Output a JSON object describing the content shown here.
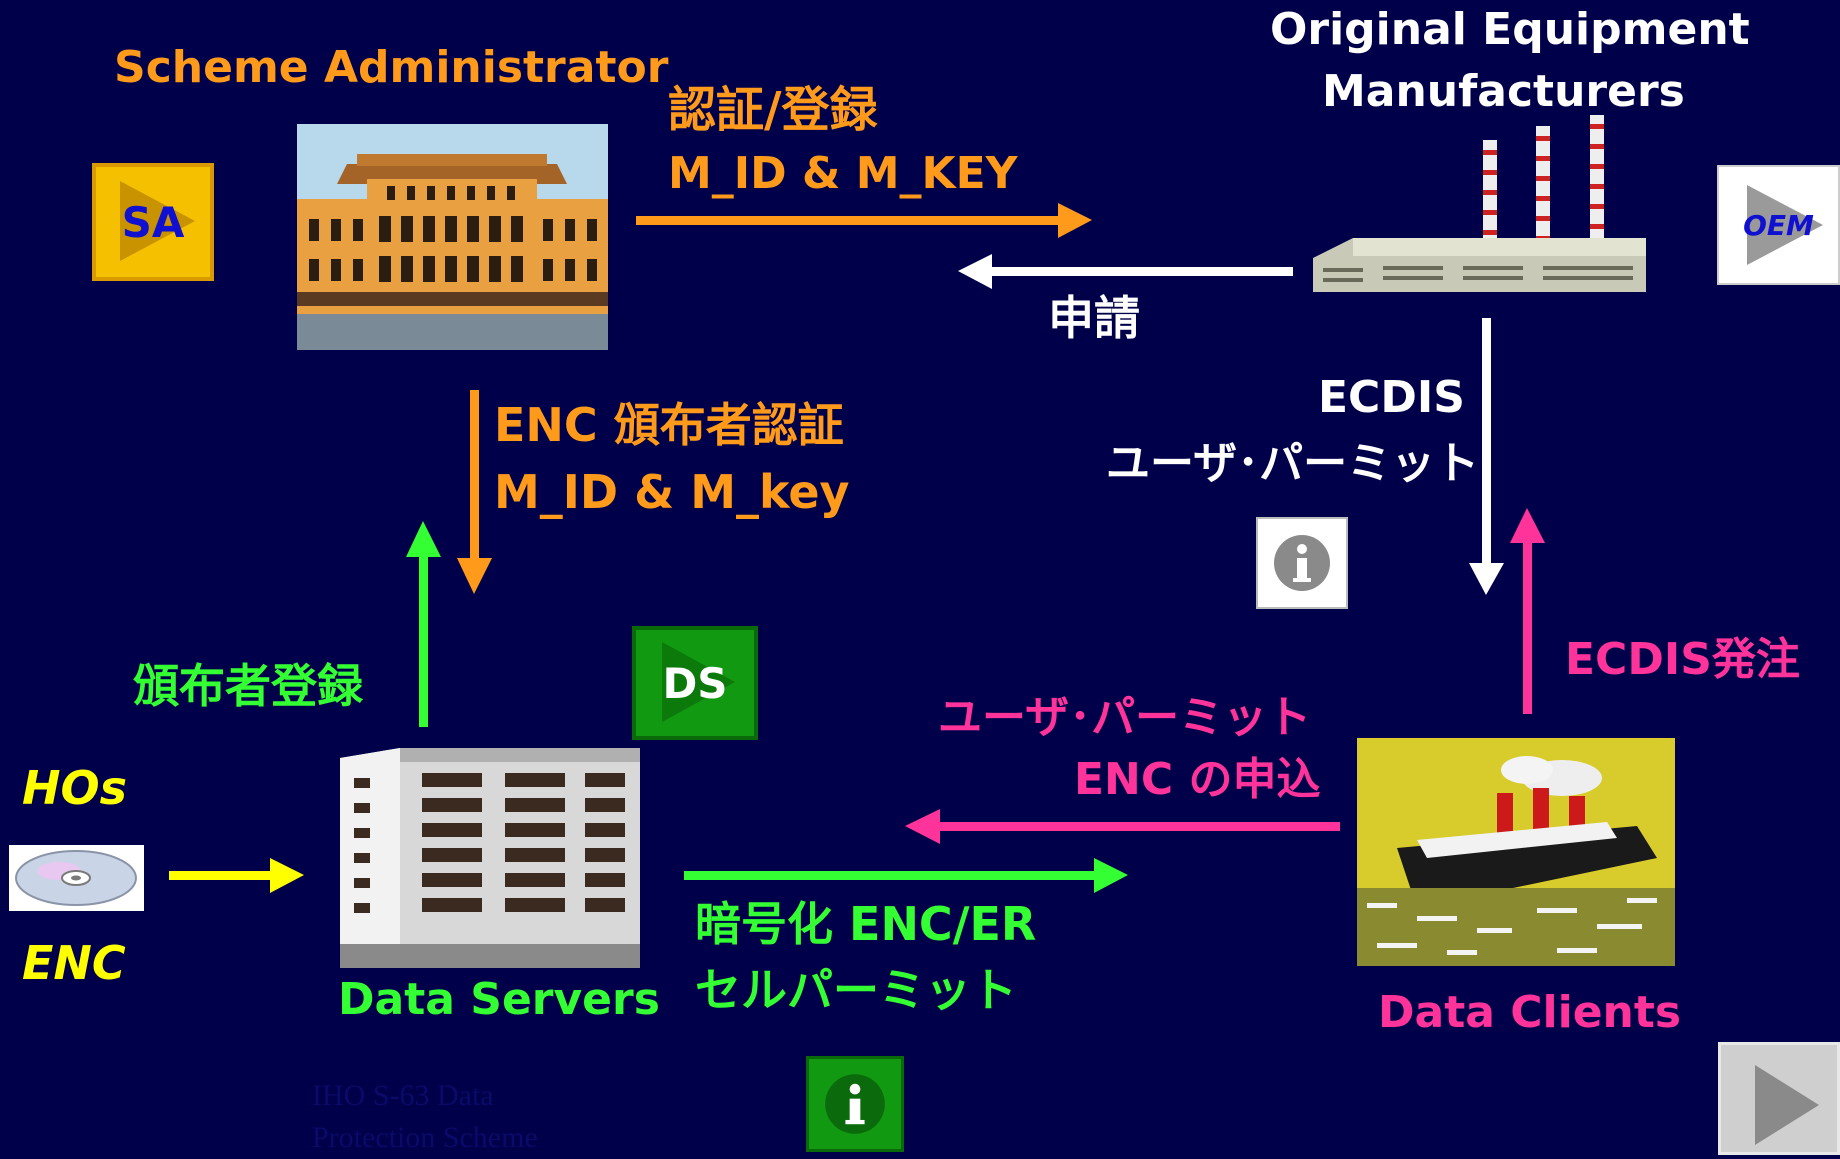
{
  "labels": {
    "scheme_admin": "Scheme Administrator",
    "oem_line1": "Original Equipment",
    "oem_line2": "Manufacturers",
    "cert_reg": "認証/登録",
    "mid_mkey_upper": "M_ID &  M_KEY",
    "application": "申請",
    "enc_distributor_cert": "ENC 頒布者認証",
    "mid_mkey_lower": "M_ID & M_key",
    "ecdis": "ECDIS",
    "user_permit_white": "ユーザ･パーミット",
    "distributor_reg": "頒布者登録",
    "ecdis_order": "ECDIS発注",
    "user_permit_pink": "ユーザ･パーミット",
    "enc_request": "ENC の申込",
    "hos": "HOs",
    "enc": "ENC",
    "data_servers": "Data Servers",
    "encrypted_enc_er": "暗号化 ENC/ER",
    "cell_permit": "セルパーミット",
    "data_clients": "Data Clients",
    "footer_line1": "IHO S-63 Data",
    "footer_line2": "Protection Scheme"
  },
  "buttons": {
    "sa": "SA",
    "oem": "OEM",
    "ds": "DS",
    "info_glyph": "i"
  },
  "icons": [
    "sa-button-icon",
    "oem-button-icon",
    "ds-button-icon",
    "info-icon",
    "next-arrow-icon",
    "palace-image",
    "factory-image",
    "building-image",
    "cd-image",
    "ship-image"
  ],
  "colors": {
    "background": "#00004a",
    "orange": "#ff9a1a",
    "white": "#ffffff",
    "green": "#33ff33",
    "pink": "#ff3399",
    "yellow": "#ffff00"
  }
}
